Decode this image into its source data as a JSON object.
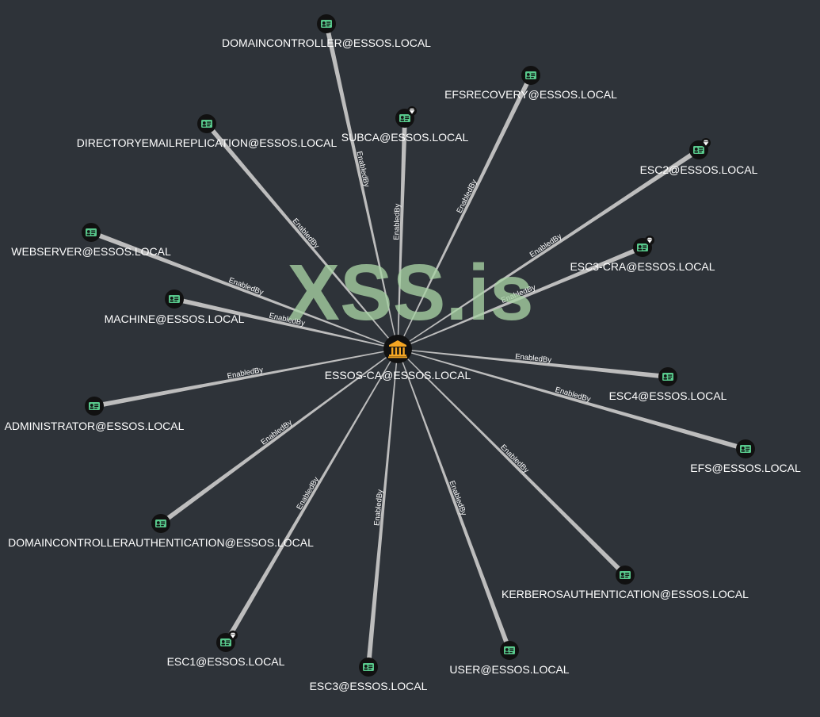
{
  "watermark": "XSS.is",
  "colors": {
    "background": "#2e3339",
    "edge": "#bdbdbd",
    "node_fill": "#111111",
    "template_icon": "#58c98c",
    "ca_icon": "#f5a623",
    "label": "#ffffff"
  },
  "graph": {
    "center": {
      "name": "ESSOS-CA@ESSOS.LOCAL",
      "icon": "certificate-authority-icon"
    },
    "nodes": [
      {
        "id": "domaincontroller",
        "label": "DOMAINCONTROLLER@ESSOS.LOCAL",
        "icon": "cert-template-icon",
        "flag": false,
        "edge": "EnabledBy"
      },
      {
        "id": "efsrecovery",
        "label": "EFSRECOVERY@ESSOS.LOCAL",
        "icon": "cert-template-icon",
        "flag": false,
        "edge": "EnabledBy"
      },
      {
        "id": "subca",
        "label": "SUBCA@ESSOS.LOCAL",
        "icon": "cert-template-icon",
        "flag": true,
        "edge": "EnabledBy"
      },
      {
        "id": "directoryemailreplication",
        "label": "DIRECTORYEMAILREPLICATION@ESSOS.LOCAL",
        "icon": "cert-template-icon",
        "flag": false,
        "edge": "EnabledBy"
      },
      {
        "id": "esc2",
        "label": "ESC2@ESSOS.LOCAL",
        "icon": "cert-template-icon",
        "flag": true,
        "edge": "EnabledBy"
      },
      {
        "id": "esc3-cra",
        "label": "ESC3-CRA@ESSOS.LOCAL",
        "icon": "cert-template-icon",
        "flag": true,
        "edge": "EnabledBy"
      },
      {
        "id": "webserver",
        "label": "WEBSERVER@ESSOS.LOCAL",
        "icon": "cert-template-icon",
        "flag": false,
        "edge": "EnabledBy"
      },
      {
        "id": "machine",
        "label": "MACHINE@ESSOS.LOCAL",
        "icon": "cert-template-icon",
        "flag": false,
        "edge": "EnabledBy"
      },
      {
        "id": "esc4",
        "label": "ESC4@ESSOS.LOCAL",
        "icon": "cert-template-icon",
        "flag": false,
        "edge": "EnabledBy"
      },
      {
        "id": "administrator",
        "label": "ADMINISTRATOR@ESSOS.LOCAL",
        "icon": "cert-template-icon",
        "flag": false,
        "edge": "EnabledBy"
      },
      {
        "id": "efs",
        "label": "EFS@ESSOS.LOCAL",
        "icon": "cert-template-icon",
        "flag": false,
        "edge": "EnabledBy"
      },
      {
        "id": "domaincontrollerauthentication",
        "label": "DOMAINCONTROLLERAUTHENTICATION@ESSOS.LOCAL",
        "icon": "cert-template-icon",
        "flag": false,
        "edge": "EnabledBy"
      },
      {
        "id": "kerberosauthentication",
        "label": "KERBEROSAUTHENTICATION@ESSOS.LOCAL",
        "icon": "cert-template-icon",
        "flag": false,
        "edge": "EnabledBy"
      },
      {
        "id": "esc1",
        "label": "ESC1@ESSOS.LOCAL",
        "icon": "cert-template-icon",
        "flag": true,
        "edge": "EnabledBy"
      },
      {
        "id": "esc3",
        "label": "ESC3@ESSOS.LOCAL",
        "icon": "cert-template-icon",
        "flag": false,
        "edge": "EnabledBy"
      },
      {
        "id": "user",
        "label": "USER@ESSOS.LOCAL",
        "icon": "cert-template-icon",
        "flag": false,
        "edge": "EnabledBy"
      }
    ]
  }
}
